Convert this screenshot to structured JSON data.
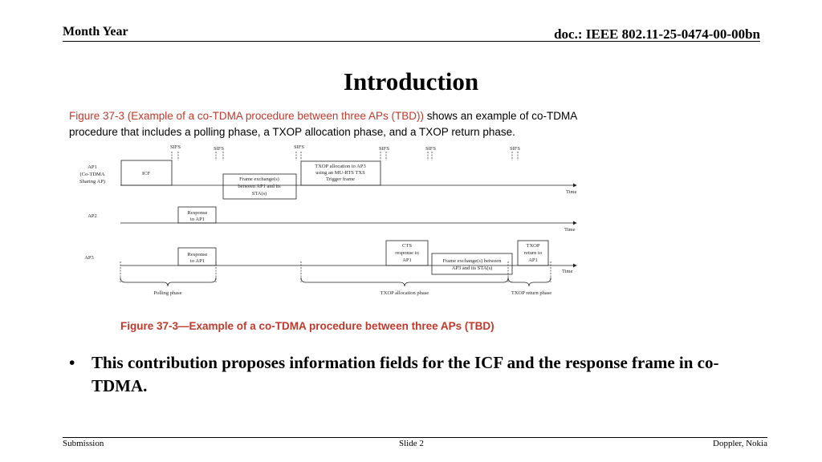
{
  "header": {
    "left": "Month Year",
    "right": "doc.: IEEE 802.11-25-0474-00-00bn"
  },
  "title": "Introduction",
  "intro": {
    "ref": "Figure 37-3 (Example of a co-TDMA procedure between three APs (TBD))",
    "rest": " shows an example of co-TDMA procedure that includes a polling phase, a TXOP allocation phase, and a TXOP return phase."
  },
  "figure": {
    "sifs": "SIFS",
    "time": "Time",
    "ap1_label": [
      "AP1",
      "(Co-TDMA",
      "Sharing AP)"
    ],
    "ap2_label": "AP2",
    "ap3_label": "AP3",
    "icf": "ICF",
    "txop_alloc_ap3": [
      "TXOP allocation to AP3",
      "using an MU-RTS TXS",
      "Trigger frame"
    ],
    "frame_exchange_ap1": [
      "Frame exchange(s)",
      "between AP1 and its",
      "STA(s)"
    ],
    "response_ap2": [
      "Response",
      "to AP1"
    ],
    "response_ap3": [
      "Response",
      "to AP1"
    ],
    "cts_response": [
      "CTS",
      "response to",
      "AP1"
    ],
    "frame_exchange_ap3": [
      "Frame exchange(s) between",
      "AP3 and its STA(s)"
    ],
    "txop_return": [
      "TXOP",
      "return to",
      "AP1"
    ],
    "phases": [
      "Polling phase",
      "TXOP allocation phase",
      "TXOP return phase"
    ]
  },
  "caption": "Figure 37-3—Example of a co-TDMA procedure between three APs (TBD)",
  "bullet": "This contribution proposes information fields for the ICF and the response frame in co-TDMA.",
  "footer": {
    "left": "Submission",
    "center": "Slide 2",
    "right": "Doppler, Nokia"
  }
}
